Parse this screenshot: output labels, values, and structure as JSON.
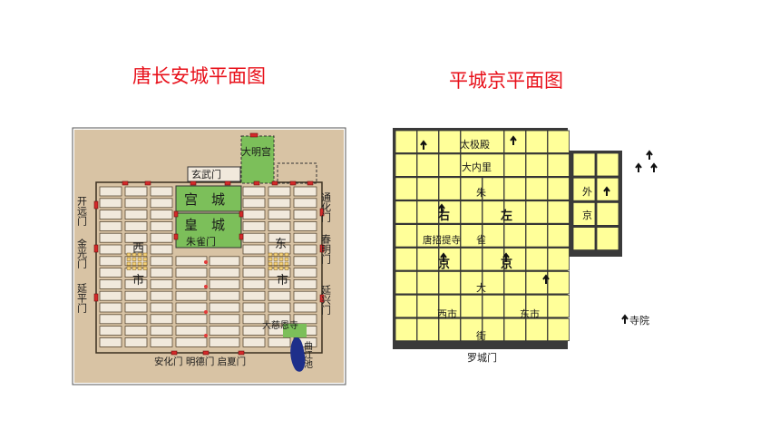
{
  "titles": {
    "changan": "唐长安城平面图",
    "heijokyo": "平城京平面图"
  },
  "changan": {
    "labels": {
      "daminggong": "大明宫",
      "xuanwumen": "玄武门",
      "gongcheng": "宫　城",
      "huangcheng": "皇　城",
      "zhuquemen": "朱雀门",
      "tonghuamen": "通化门",
      "chunmingmen": "春明门",
      "yanxingmen": "延兴门",
      "kaiyuanmen": "开远门",
      "jinguangmen": "金光门",
      "yanpingmen": "延平门",
      "xi": "西",
      "dong": "东",
      "shi_w": "市",
      "shi_e": "市",
      "dayanta": "大慈恩寺",
      "qujiang": "曲江池",
      "south_gates": "安化门 明德门 启夏门"
    },
    "colors": {
      "background": "#d8c3a4",
      "block_fill": "#f1e9dc",
      "palace_green": "#7cbf5a",
      "gate_red": "#d42a2a",
      "water": "#1e2f8a",
      "street_dots": "#e23a3a"
    }
  },
  "heijokyo": {
    "labels": {
      "taijidian": "太极殿",
      "daneili": "大内里",
      "zhu": "朱",
      "que": "雀",
      "da": "大",
      "jie": "街",
      "you": "右",
      "zuo": "左",
      "jing_r": "京",
      "jing_l": "京",
      "wai": "外",
      "jing_wai": "京",
      "tangzhaotisi": "唐招提寺",
      "xishi": "西市",
      "dongshi": "东市",
      "luochengmen": "罗城门",
      "legend_temple": "寺院"
    },
    "colors": {
      "cell_fill": "#ffff99",
      "grid_line": "#333333"
    }
  }
}
